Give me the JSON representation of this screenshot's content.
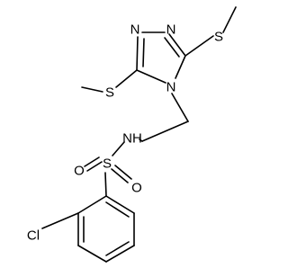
{
  "molecule": {
    "atoms": {
      "n_triazole_top_left": "N",
      "n_triazole_top_right": "N",
      "n_triazole_bottom": "N",
      "s_right": "S",
      "s_left": "S",
      "nh": "NH",
      "s_sulfonyl": "S",
      "o_left": "O",
      "o_right": "O",
      "cl": "Cl"
    }
  }
}
